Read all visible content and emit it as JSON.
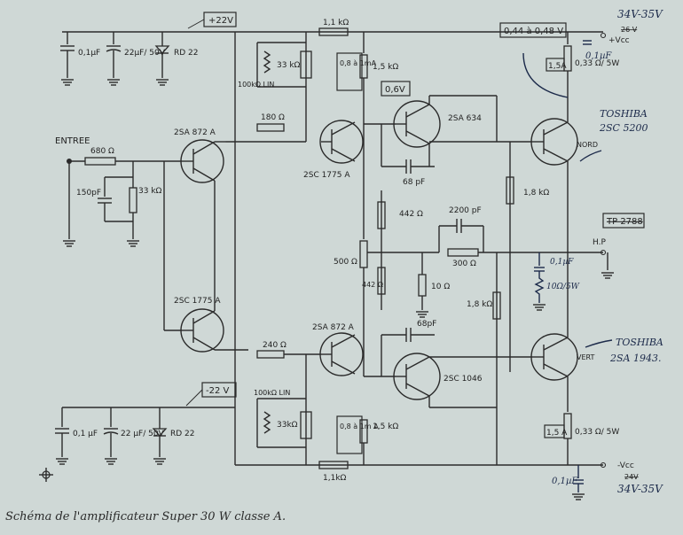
{
  "caption": "Schéma de l'amplificateur Super 30 W classe A.",
  "boxes": {
    "pos_rail": "+22V",
    "neg_rail": "-22 V",
    "bias": "0,44 à 0,48 V",
    "vbe": "0,6V",
    "tp": "TP 2788",
    "fuse_top": "1,5A",
    "fuse_bot": "1,5 A",
    "ma_top": "0,8 à 1mA",
    "ma_bot": "0,8 à 1m A"
  },
  "labels": {
    "entree": "ENTREE",
    "hp": "H.P",
    "vcc_top": "+Vcc",
    "vcc_bot": "-Vcc",
    "rail_top_old": "26 V",
    "rail_bot_old": "24V"
  },
  "components": {
    "c01_top": "0,1µF",
    "c22_top": "22µF/ 50V",
    "rd22_top": "RD 22",
    "r11k_top": "1,1 kΩ",
    "r33k_top": "33 kΩ",
    "pot100k_top": "100kΩ LIN",
    "r15k_top": "1,5 kΩ",
    "q_2sa634": "2SA 634",
    "q_2sa872_top": "2SA 872 A",
    "r180": "180 Ω",
    "q_2sc1775_top": "2SC 1775 A",
    "c68_top": "68 pF",
    "r680": "680 Ω",
    "c150": "150pF",
    "r33k_in": "33 kΩ",
    "r18k_a": "1,8 kΩ",
    "r442_a": "442 Ω",
    "c2200": "2200 pF",
    "r300": "300 Ω",
    "pot500": "500 Ω",
    "r442_b": "442 Ω",
    "r10": "10 Ω",
    "r18k_b": "1,8 kΩ",
    "q_2sc1775_bot": "2SC 1775 A",
    "q_2sa872_bot": "2SA 872 A",
    "c68_bot": "68pF",
    "r240": "240 Ω",
    "q_2sc1046": "2SC 1046",
    "pot100k_bot": "100kΩ LIN",
    "r33k_bot": "33kΩ",
    "r15k_bot": "1,5 kΩ",
    "r11k_bot": "1,1kΩ",
    "c01_bot": "0,1 µF",
    "c22_bot": "22 µF/ 50V",
    "rd22_bot": "RD 22",
    "r033_top": "0,33 Ω/ 5W",
    "r033_bot": "0,33 Ω/ 5W",
    "npn_out_mark": "NORD",
    "pnp_out_mark": "VERT"
  },
  "handwritten": {
    "rail_top": "34V-35V",
    "rail_bot": "34V-35V",
    "cap_top": "0,1µF",
    "cap_bot": "0,1µF",
    "toshiba_top": "TOSHIBA",
    "part_top": "2SC 5200",
    "toshiba_bot": "TOSHIBA",
    "part_bot": "2SA 1943.",
    "zobel_c": "0,1µF",
    "zobel_r": "10Ω/5W"
  },
  "colors": {
    "paper": "#cfd8d6",
    "ink": "#2b2b2b",
    "pen": "#1c2a4a"
  }
}
